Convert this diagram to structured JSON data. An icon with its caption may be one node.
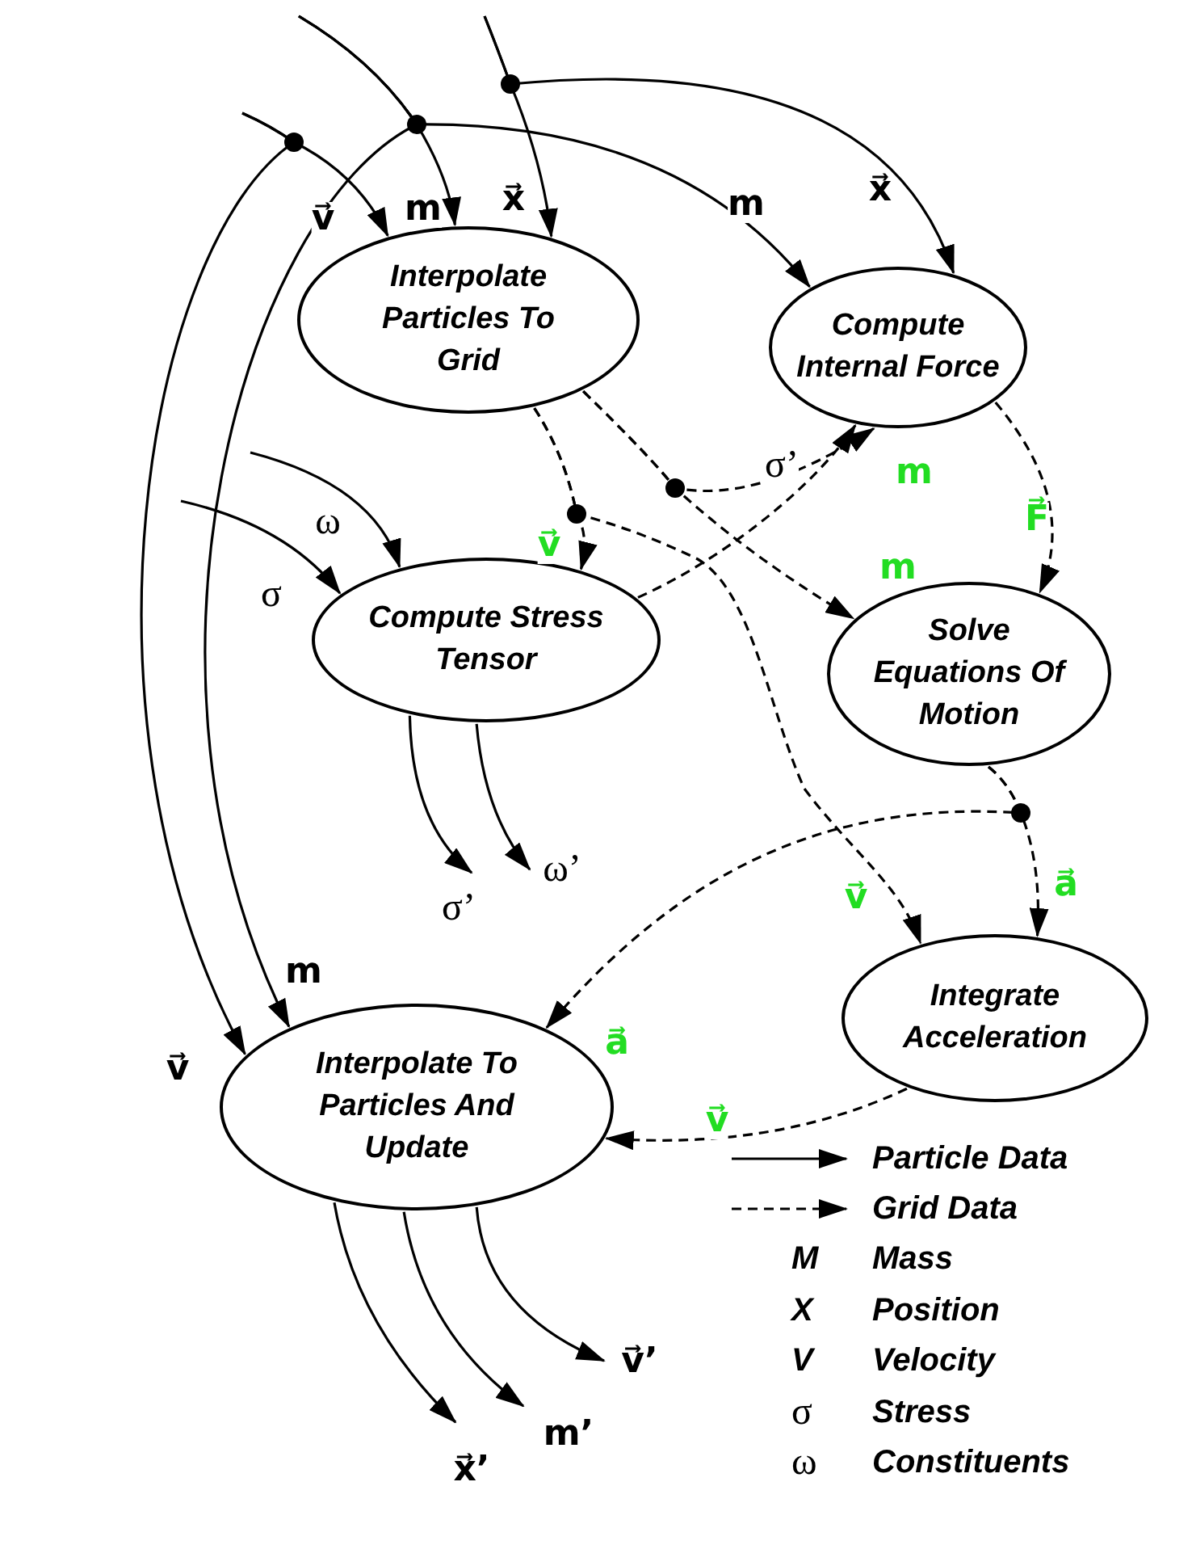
{
  "diagram": {
    "nodes": [
      {
        "text": [
          "Interpolate Particles To Grid"
        ]
      },
      {
        "text": [
          "Compute Internal Force"
        ]
      },
      {
        "text": [
          "Compute Stress Tensor"
        ]
      },
      {
        "text": [
          "Solve Equations Of Motion"
        ]
      },
      {
        "text": [
          "Integrate Acceleration"
        ]
      },
      {
        "text": [
          "Interpolate To Particles And Update"
        ]
      }
    ],
    "edges": [
      {
        "from": null,
        "to": 0,
        "arrow": "to",
        "label": "v⃗"
      },
      {
        "from": null,
        "to": 5,
        "arrow": "to",
        "label": "v⃗"
      },
      {
        "from": null,
        "to": 0,
        "arrow": "to",
        "label": "m"
      },
      {
        "from": null,
        "to": 1,
        "arrow": "to",
        "label": "m"
      },
      {
        "from": null,
        "to": 5,
        "arrow": "to",
        "label": "m"
      },
      {
        "from": null,
        "to": 0,
        "arrow": "to",
        "label": "x⃗"
      },
      {
        "from": null,
        "to": 1,
        "arrow": "to",
        "label": "x⃗"
      },
      {
        "from": null,
        "to": 2,
        "arrow": "to",
        "label": "σ"
      },
      {
        "from": null,
        "to": 2,
        "arrow": "to",
        "label": "ω"
      },
      {
        "from": 0,
        "to": 1,
        "arrow": "to",
        "label": "m",
        "style": "dashed"
      },
      {
        "from": 0,
        "to": 3,
        "arrow": "to",
        "label": "m",
        "style": "dashed"
      },
      {
        "from": 0,
        "to": 2,
        "arrow": "to",
        "label": "v⃗",
        "style": "dashed"
      },
      {
        "from": 0,
        "to": 4,
        "arrow": "to",
        "label": "v⃗",
        "style": "dashed"
      },
      {
        "from": 2,
        "to": 1,
        "arrow": "to",
        "label": "σ’",
        "style": "dashed"
      },
      {
        "from": 1,
        "to": 3,
        "arrow": "to",
        "label": "F⃗",
        "style": "dashed"
      },
      {
        "from": 3,
        "to": 4,
        "arrow": "to",
        "label": "a⃗",
        "style": "dashed"
      },
      {
        "from": 3,
        "to": 5,
        "arrow": "to",
        "label": "a⃗",
        "style": "dashed"
      },
      {
        "from": 4,
        "to": 5,
        "arrow": "to",
        "label": "v⃗",
        "style": "dashed"
      },
      {
        "from": 2,
        "to": null,
        "arrow": "to",
        "label": "σ’"
      },
      {
        "from": 2,
        "to": null,
        "arrow": "to",
        "label": "ω’"
      },
      {
        "from": 5,
        "to": null,
        "arrow": "to",
        "label": "x⃗’"
      },
      {
        "from": 5,
        "to": null,
        "arrow": "to",
        "label": "m’"
      },
      {
        "from": 5,
        "to": null,
        "arrow": "to",
        "label": "v⃗’"
      }
    ],
    "labels": [
      "M",
      "Mass",
      "X",
      "Position",
      "V",
      "Velocity",
      "σ",
      "Stress",
      "ω",
      "Constituents"
    ],
    "legend": [
      {
        "text": "Particle Data"
      },
      {
        "text": "Grid Data"
      }
    ]
  }
}
